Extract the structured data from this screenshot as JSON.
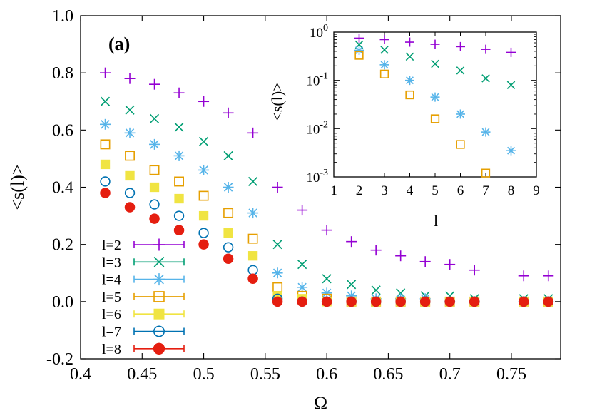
{
  "chart_data": [
    {
      "type": "scatter",
      "panel_label": "(a)",
      "xlabel": "Ω",
      "ylabel": "<s(l)>",
      "xlim": [
        0.4,
        0.79
      ],
      "ylim": [
        -0.2,
        1.0
      ],
      "xticks": [
        0.4,
        0.45,
        0.5,
        0.55,
        0.6,
        0.65,
        0.7,
        0.75
      ],
      "xtick_labels": [
        "0.4",
        "0.45",
        "0.5",
        "0.55",
        "0.6",
        "0.65",
        "0.7",
        "0.75"
      ],
      "yticks": [
        -0.2,
        0.0,
        0.2,
        0.4,
        0.6,
        0.8,
        1.0
      ],
      "ytick_labels": [
        "-0.2",
        "0.0",
        "0.2",
        "0.4",
        "0.6",
        "0.8",
        "1.0"
      ],
      "grid": false,
      "legend_position": "bottom-left",
      "x": [
        0.42,
        0.44,
        0.46,
        0.48,
        0.5,
        0.52,
        0.54,
        0.56,
        0.58,
        0.6,
        0.62,
        0.64,
        0.66,
        0.68,
        0.7,
        0.72,
        0.76,
        0.78
      ],
      "series": [
        {
          "name": "l=2",
          "color": "#9400d3",
          "marker": "plus",
          "values": [
            0.8,
            0.78,
            0.76,
            0.73,
            0.7,
            0.66,
            0.59,
            0.4,
            0.32,
            0.25,
            0.21,
            0.18,
            0.16,
            0.14,
            0.13,
            0.11,
            0.09,
            0.09
          ]
        },
        {
          "name": "l=3",
          "color": "#009e73",
          "marker": "cross",
          "values": [
            0.7,
            0.67,
            0.64,
            0.61,
            0.56,
            0.51,
            0.42,
            0.2,
            0.13,
            0.08,
            0.06,
            0.04,
            0.03,
            0.02,
            0.02,
            0.01,
            0.01,
            0.01
          ]
        },
        {
          "name": "l=4",
          "color": "#56b4e9",
          "marker": "asterisk",
          "values": [
            0.62,
            0.59,
            0.55,
            0.51,
            0.46,
            0.4,
            0.31,
            0.1,
            0.05,
            0.03,
            0.02,
            0.01,
            0.01,
            0.01,
            0.0,
            0.0,
            0.0,
            0.0
          ]
        },
        {
          "name": "l=5",
          "color": "#e69f00",
          "marker": "open-square",
          "values": [
            0.55,
            0.51,
            0.46,
            0.42,
            0.37,
            0.31,
            0.22,
            0.05,
            0.02,
            0.01,
            0.0,
            0.0,
            0.0,
            0.0,
            0.0,
            0.0,
            0.0,
            0.0
          ]
        },
        {
          "name": "l=6",
          "color": "#f0e442",
          "marker": "filled-square",
          "values": [
            0.48,
            0.44,
            0.4,
            0.36,
            0.3,
            0.24,
            0.16,
            0.02,
            0.01,
            0.0,
            0.0,
            0.0,
            0.0,
            0.0,
            0.0,
            0.0,
            0.0,
            0.0
          ]
        },
        {
          "name": "l=7",
          "color": "#0072b2",
          "marker": "open-circle",
          "values": [
            0.42,
            0.38,
            0.34,
            0.3,
            0.24,
            0.19,
            0.11,
            0.01,
            0.0,
            0.0,
            0.0,
            0.0,
            0.0,
            0.0,
            0.0,
            0.0,
            0.0,
            0.0
          ]
        },
        {
          "name": "l=8",
          "color": "#e51e10",
          "marker": "filled-circle",
          "values": [
            0.38,
            0.33,
            0.29,
            0.25,
            0.2,
            0.15,
            0.08,
            0.0,
            0.0,
            0.0,
            0.0,
            0.0,
            0.0,
            0.0,
            0.0,
            0.0,
            0.0,
            0.0
          ]
        }
      ]
    },
    {
      "type": "scatter",
      "role": "inset",
      "xlabel": "l",
      "ylabel": "<s(l)>",
      "y_scale": "log",
      "xlim": [
        1,
        9
      ],
      "ylim": [
        0.001,
        1
      ],
      "xticks": [
        1,
        2,
        3,
        4,
        5,
        6,
        7,
        8,
        9
      ],
      "xtick_labels": [
        "1",
        "2",
        "3",
        "4",
        "5",
        "6",
        "7",
        "8",
        "9"
      ],
      "yticks": [
        {
          "value": 1,
          "base": "10",
          "exp": "0"
        },
        {
          "value": 0.1,
          "base": "10",
          "exp": "-1"
        },
        {
          "value": 0.01,
          "base": "10",
          "exp": "-2"
        },
        {
          "value": 0.001,
          "base": "10",
          "exp": "-3"
        }
      ],
      "grid": false,
      "series": [
        {
          "color": "#9400d3",
          "marker": "plus",
          "x": [
            2,
            3,
            4,
            5,
            6,
            7,
            8
          ],
          "values": [
            0.75,
            0.7,
            0.62,
            0.56,
            0.5,
            0.44,
            0.38
          ]
        },
        {
          "color": "#009e73",
          "marker": "cross",
          "x": [
            2,
            3,
            4,
            5,
            6,
            7,
            8
          ],
          "values": [
            0.55,
            0.43,
            0.31,
            0.22,
            0.16,
            0.11,
            0.08
          ]
        },
        {
          "color": "#56b4e9",
          "marker": "asterisk",
          "x": [
            2,
            3,
            4,
            5,
            6,
            7,
            8
          ],
          "values": [
            0.42,
            0.21,
            0.1,
            0.045,
            0.02,
            0.0085,
            0.0035
          ]
        },
        {
          "color": "#e69f00",
          "marker": "open-square",
          "x": [
            2,
            3,
            4,
            5,
            6,
            7
          ],
          "values": [
            0.33,
            0.135,
            0.05,
            0.016,
            0.0047,
            0.0012
          ]
        }
      ]
    }
  ]
}
